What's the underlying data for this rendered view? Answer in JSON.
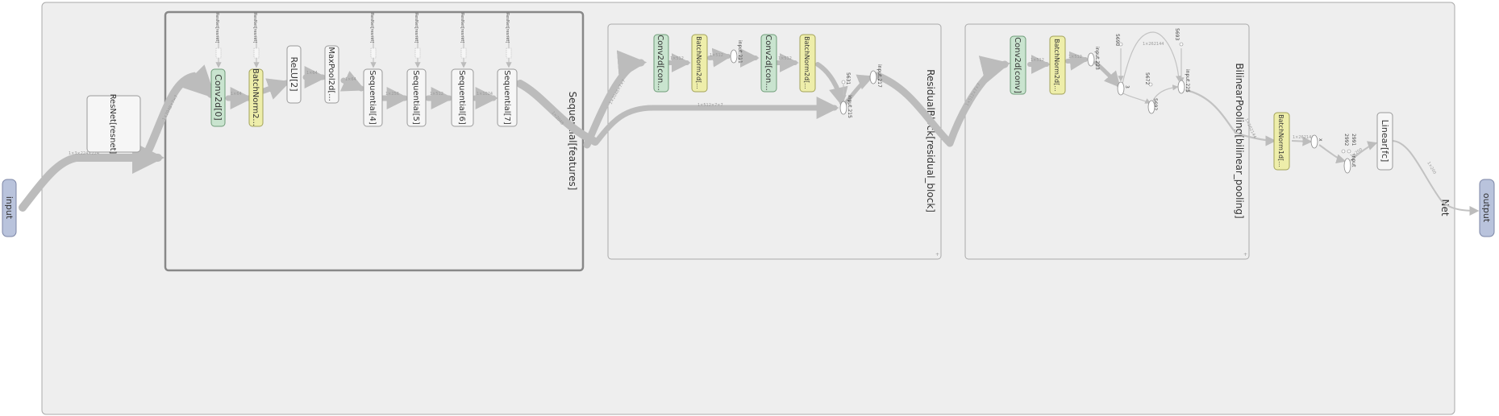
{
  "colors": {
    "canvas": "#ffffff",
    "group_fill": "#eeeeee",
    "group_stroke": "#aaaaaa",
    "group_stroke_selected": "#888888",
    "edge": "#bcbcbc",
    "edge_label": "#9a9a9a",
    "conv_fill": "#c9e4cf",
    "conv_stroke": "#6f9c78",
    "bn_fill": "#eeeeaa",
    "bn_stroke": "#a2a25a",
    "plain_fill": "#f6f6f6",
    "plain_stroke": "#9a9a9a",
    "io_fill": "#b9c3dc",
    "io_stroke": "#7c86a6",
    "text": "#333333"
  },
  "groups": {
    "net": "Net",
    "features": "Sequential[features]",
    "residual": "ResidualBlock[residual_block]",
    "bilinear": "BilinearPooling[bilinear_pooling]"
  },
  "nodes": {
    "input": "input",
    "output": "output",
    "resnet": "ResNet[resnet]",
    "conv2d_0": "Conv2d[0]",
    "bn_2": "BatchNorm2...",
    "relu_2": "ReLU[2]",
    "maxpool": "MaxPool2d[...",
    "seq_4": "Sequential[4]",
    "seq_5": "Sequential[5]",
    "seq_6": "Sequential[6]",
    "seq_7": "Sequential[7]",
    "res_conv1": "Conv2d[con...",
    "res_bn1": "BatchNorm2d[...",
    "res_conv2": "Conv2d[con...",
    "res_bn2": "BatchNorm2d[...",
    "bp_conv": "Conv2d[conv]",
    "bp_bn": "BatchNorm2d[...",
    "bn1d": "BatchNorm1d[...",
    "fc": "Linear[fc]"
  },
  "ops": {
    "input_211": "input.211",
    "input_215": "input.215",
    "input_217": "input.217",
    "n5631": "5631",
    "input_223": "input.223",
    "n5690": "5690",
    "n5692": "5692",
    "n5693": "5693",
    "n_3": "3",
    "n5672": "5672",
    "input_225": "input.225",
    "x": "x",
    "n2991": "2991",
    "n2992": "2992",
    "input_x": "input"
  },
  "stub_label": "ResNet[resnet]",
  "edge_labels": {
    "e_in_resnet": "1×3×224×224",
    "e_resnet_feat": "1×2048×7×7",
    "e_feat_res": "1×2048×7×7",
    "e_res_bp": "1×512×7×7",
    "e_bp_bn1d": "1×262144",
    "e_fc_out": "1×200",
    "e_conv_bn": "1×64",
    "e_relu_pool": "1×64",
    "e_pool_seq4": "1×64",
    "e_seq4_seq5": "1×256",
    "e_seq5_seq6": "1×512",
    "e_seq6_seq7": "1×1024",
    "e_seq7_feat": "1×2048",
    "e_skip": "1×512×7×7",
    "e_rc1_rb1": "1×512",
    "e_rb1_in": "1×512",
    "e_rc2_rb2": "1×512",
    "e_bpc_bpb": "1×512",
    "e_bpb_in": "1×512",
    "e_sqrt": "1×262144",
    "e_bn_x": "1×262144",
    "e_fc_in": "1×200"
  }
}
